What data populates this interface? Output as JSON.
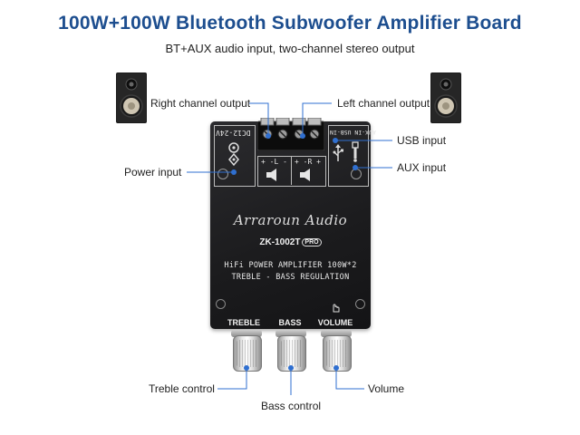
{
  "title": "100W+100W Bluetooth Subwoofer Amplifier Board",
  "subtitle": "BT+AUX audio input, two-channel stereo output",
  "labels": {
    "right_channel_output": "Right channel output",
    "left_channel_output": "Left channel output",
    "usb_input": "USB input",
    "aux_input": "AUX input",
    "power_input": "Power input",
    "treble_control": "Treble control",
    "bass_control": "Bass control",
    "volume": "Volume"
  },
  "board": {
    "dc_label": "DC12-24V",
    "aux_usb_label": "AUX-IN USB-IN",
    "left_terminal": "+ -L -",
    "right_terminal": "+ -R +",
    "brand": "Arraroun Audio",
    "model": "ZK-1002T",
    "model_badge": "PRO",
    "spec_line1": "HiFi POWER AMPLIFIER 100W*2",
    "spec_line2": "TREBLE - BASS REGULATION",
    "knob_treble": "TREBLE",
    "knob_bass": "BASS",
    "knob_volume": "VOLUME"
  },
  "colors": {
    "title": "#1d4e8f",
    "annotation_line": "#2f6fd0",
    "board": "#1e1e20"
  },
  "icons": [
    "speaker-icon",
    "usb-icon",
    "aux-jack-icon",
    "dc-power-icon",
    "speaker-output-icon"
  ]
}
